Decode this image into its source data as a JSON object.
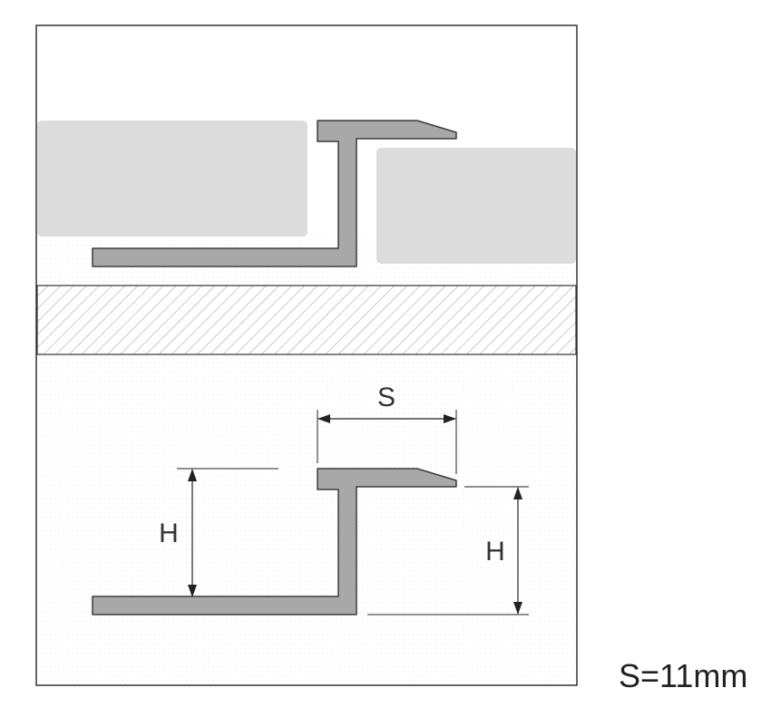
{
  "diagram": {
    "labels": {
      "width_symbol": "S",
      "height_symbol_left": "H",
      "height_symbol_right": "H"
    },
    "spec": "S=11mm",
    "colors": {
      "profile": "#a8a8a8",
      "profile_outline": "#3c3c3c",
      "tile": "#dcdcdc",
      "substrate_hatch": "#9a9a9a",
      "frame": "#333333",
      "dimension_lines": "#222222"
    }
  }
}
